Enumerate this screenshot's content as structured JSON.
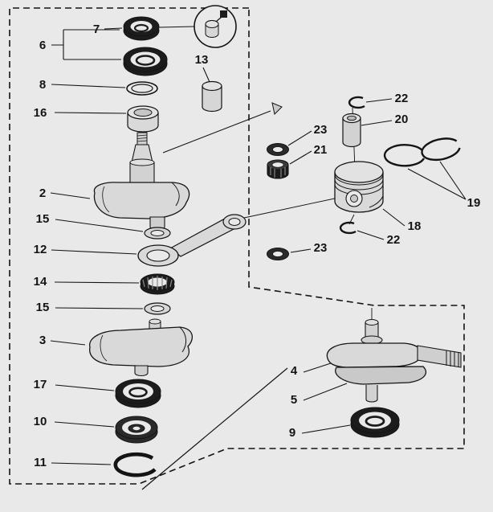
{
  "colors": {
    "background": "#e9e9e9",
    "ink": "#141414"
  },
  "callouts": {
    "n7": "7",
    "n6": "6",
    "n8": "8",
    "n16": "16",
    "n13": "13",
    "n2": "2",
    "n15a": "15",
    "n12": "12",
    "n14": "14",
    "n15b": "15",
    "n3": "3",
    "n17": "17",
    "n10": "10",
    "n11": "11",
    "n22a": "22",
    "n20": "20",
    "n23a": "23",
    "n21": "21",
    "n19": "19",
    "n18": "18",
    "n22b": "22",
    "n23b": "23",
    "n4": "4",
    "n5": "5",
    "n9": "9"
  }
}
